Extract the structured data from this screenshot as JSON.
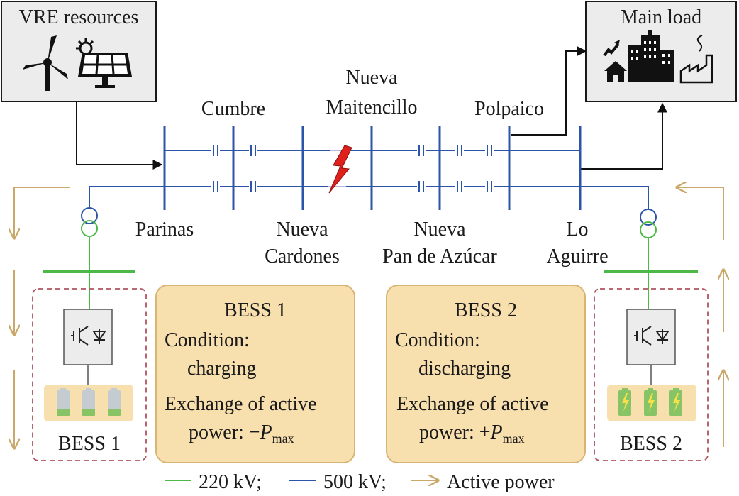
{
  "vre_box": {
    "title": "VRE resources",
    "icons": [
      "wind-turbine-icon",
      "solar-panel-icon"
    ]
  },
  "load_box": {
    "title": "Main load",
    "icons": [
      "ev-charger-icon",
      "house-icon",
      "buildings-icon",
      "factory-icon"
    ]
  },
  "buses": {
    "top": [
      "Cumbre",
      "Nueva",
      "Maitencillo",
      "Polpaico"
    ],
    "bottom": [
      {
        "line1": "Parinas",
        "line2": ""
      },
      {
        "line1": "Nueva",
        "line2": "Cardones"
      },
      {
        "line1": "Nueva",
        "line2": "Pan de Azúcar"
      },
      {
        "line1": "Lo",
        "line2": "Aguirre"
      }
    ]
  },
  "fault_icon": "lightning-fault-icon",
  "bess1_card": {
    "title": "BESS 1",
    "condition_label": "Condition:",
    "condition_value": "charging",
    "exchange_line1": "Exchange of active",
    "exchange_prefix": "power: −",
    "p": "P",
    "sub": "max"
  },
  "bess2_card": {
    "title": "BESS 2",
    "condition_label": "Condition:",
    "condition_value": "discharging",
    "exchange_line1": "Exchange of active",
    "exchange_prefix": "power: +",
    "p": "P",
    "sub": "max"
  },
  "bess1_unit": {
    "label": "BESS 1",
    "battery_state": "empty"
  },
  "bess2_unit": {
    "label": "BESS 2",
    "battery_state": "charged"
  },
  "legend": {
    "kv220": "220 kV;",
    "kv500": "500 kV;",
    "active_power": "Active power"
  },
  "colors": {
    "line_500kv": "#2c55a8",
    "line_220kv": "#4cb848",
    "active_power": "#c9a86a",
    "card_fill": "#f8dfae",
    "card_stroke": "#d8b475",
    "fault": "#e0201c",
    "bess_border": "#b0545f"
  }
}
